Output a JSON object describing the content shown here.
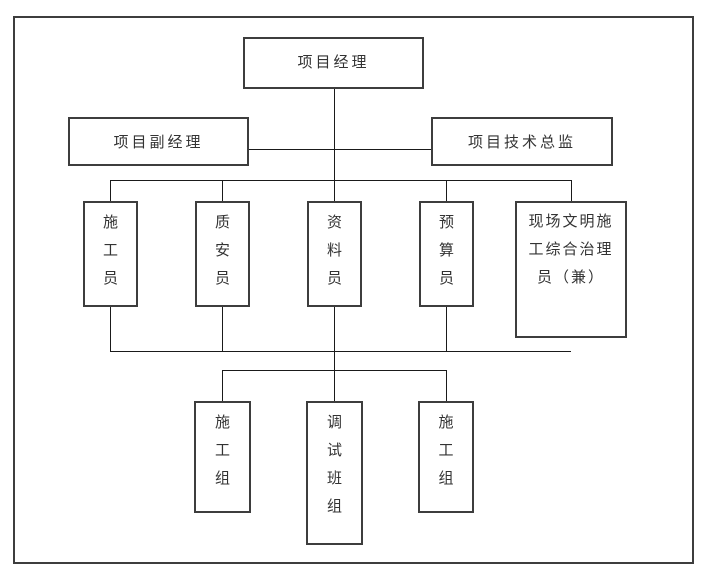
{
  "org_chart": {
    "type": "org-tree",
    "root": "项目经理",
    "level2": [
      "项目副经理",
      "项目技术总监"
    ],
    "level3": [
      "施工员",
      "质安员",
      "资料员",
      "预算员",
      "现场文明施工综合治理员（兼）"
    ],
    "level4": [
      "施工组",
      "调试班组",
      "施工组"
    ]
  },
  "colors": {
    "background": "#ffffff",
    "box_border": "#3d3d3d",
    "connector_line": "#1a1a1a",
    "text": "#333333"
  }
}
